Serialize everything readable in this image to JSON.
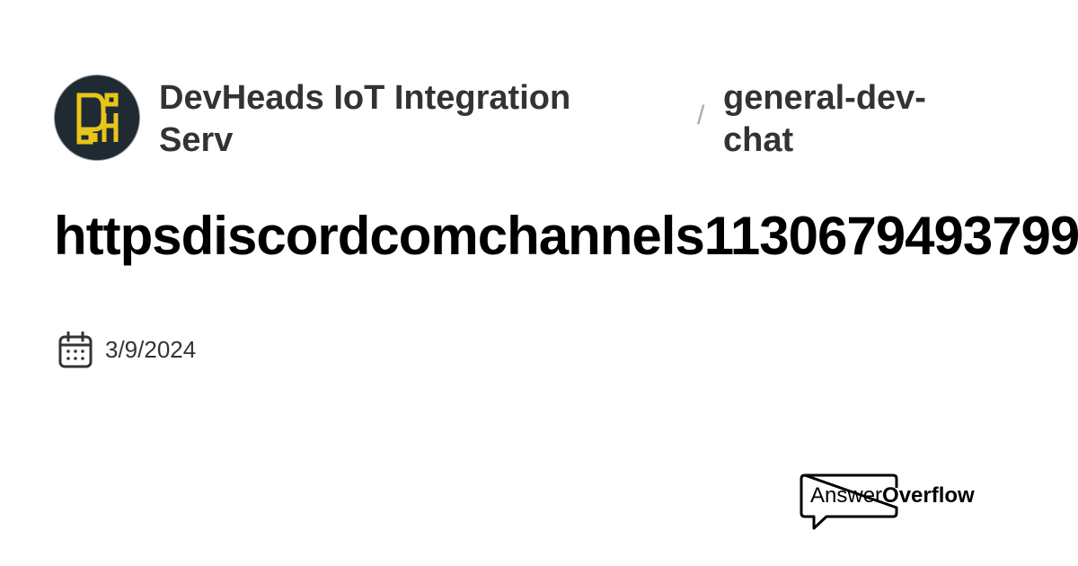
{
  "server": {
    "name": "DevHeads IoT Integration Serv",
    "logo_text": "DH"
  },
  "breadcrumb_separator": "/",
  "channel": {
    "name": "general-dev-chat"
  },
  "thread": {
    "title": "httpsdiscordcomchannels1130679493799"
  },
  "meta": {
    "date_icon": "calendar-icon",
    "date": "3/9/2024"
  },
  "brand": {
    "part1": "Answer",
    "part2": "Overflow"
  },
  "colors": {
    "logo_bg": "#1f2a33",
    "logo_fg": "#e8c51a"
  }
}
